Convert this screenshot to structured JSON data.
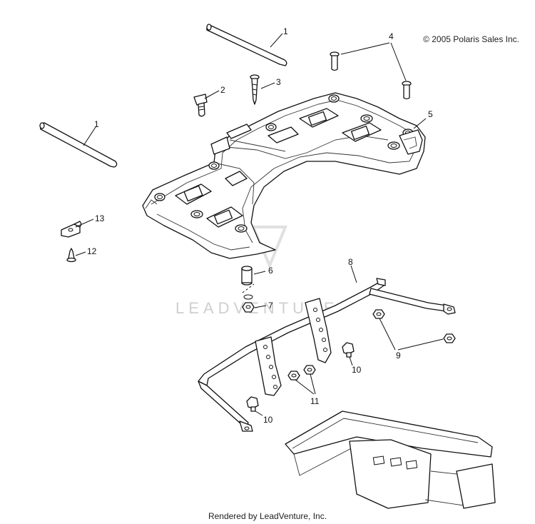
{
  "copyright": "© 2005 Polaris Sales Inc.",
  "footer": "Rendered by LeadVenture, Inc.",
  "watermark": "LEADVENTURE",
  "callouts": {
    "c1a": "1",
    "c1b": "1",
    "c2": "2",
    "c3": "3",
    "c4": "4",
    "c5": "5",
    "c6": "6",
    "c7": "7",
    "c8": "8",
    "c9": "9",
    "c10a": "10",
    "c10b": "10",
    "c11": "11",
    "c12": "12",
    "c13": "13"
  }
}
